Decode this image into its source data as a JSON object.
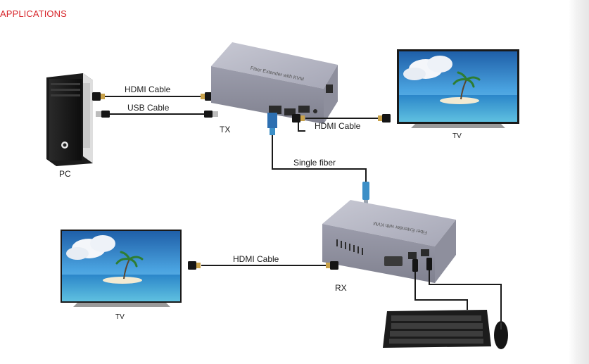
{
  "heading": "APPLICATIONS",
  "labels": {
    "pc": "PC",
    "hdmi_cable_pc": "HDMI Cable",
    "usb_cable": "USB Cable",
    "tx": "TX",
    "hdmi_cable_tx_tv": "HDMI Cable",
    "tv_top": "TV",
    "single_fiber": "Single fiber",
    "rx": "RX",
    "hdmi_cable_rx_tv": "HDMI Cable",
    "tv_bottom": "TV",
    "device_top_text": "Fiber Extender with KVM",
    "device_bottom_text": "Fiber Extender with KVM"
  },
  "colors": {
    "heading": "#d7262b",
    "device_body": "#a9aab8",
    "cable": "#1a1a1a",
    "screen_sky": "#3e8fd6",
    "connector_gold": "#c9a24a",
    "fiber_blue": "#3c8fc7"
  }
}
